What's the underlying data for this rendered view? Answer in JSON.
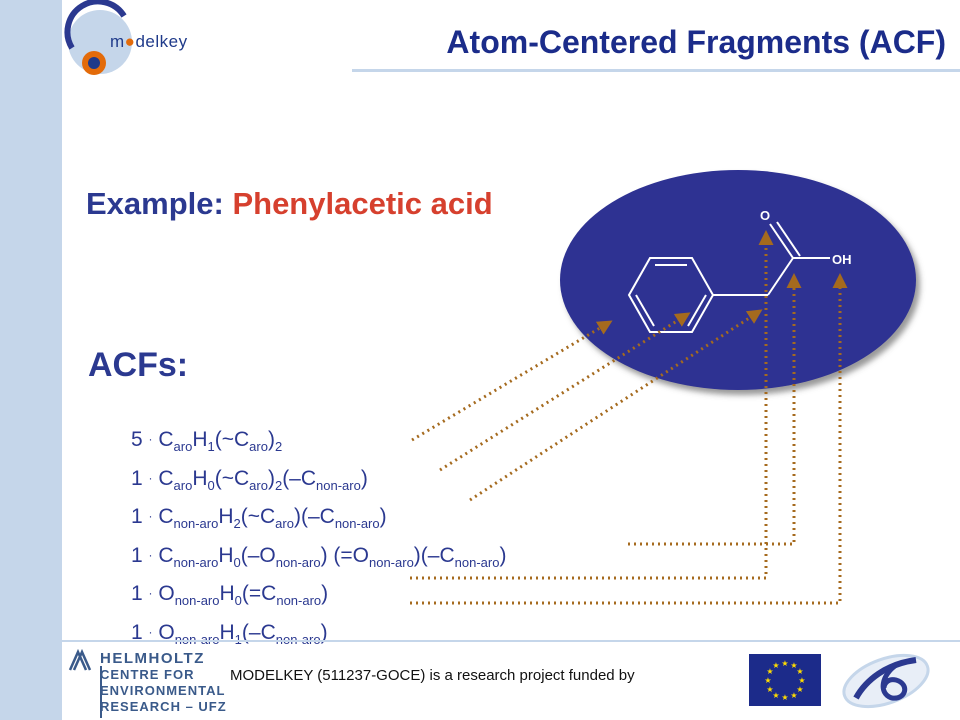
{
  "header": {
    "logo_m": "m",
    "logo_rest": "delkey",
    "title": "Atom-Centered Fragments (ACF)"
  },
  "example": {
    "label": "Example: ",
    "compound": "Phenylacetic acid"
  },
  "structure": {
    "o_label": "O",
    "oh_label": "OH"
  },
  "acfs": {
    "heading": "ACFs:"
  },
  "footer": {
    "helmholtz_line1": "HELMHOLTZ",
    "helmholtz_line2": "CENTRE FOR",
    "helmholtz_line3": "ENVIRONMENTAL",
    "helmholtz_line4": "RESEARCH – UFZ",
    "funded_text": "MODELKEY (511237-GOCE) is a research project funded by"
  },
  "colors": {
    "title_blue": "#1b2c8a",
    "highlight_red": "#d6402e",
    "ellipse_fill": "#2e3192",
    "arrow_brown": "#a56a1e",
    "sidebar": "#c5d6ea"
  }
}
